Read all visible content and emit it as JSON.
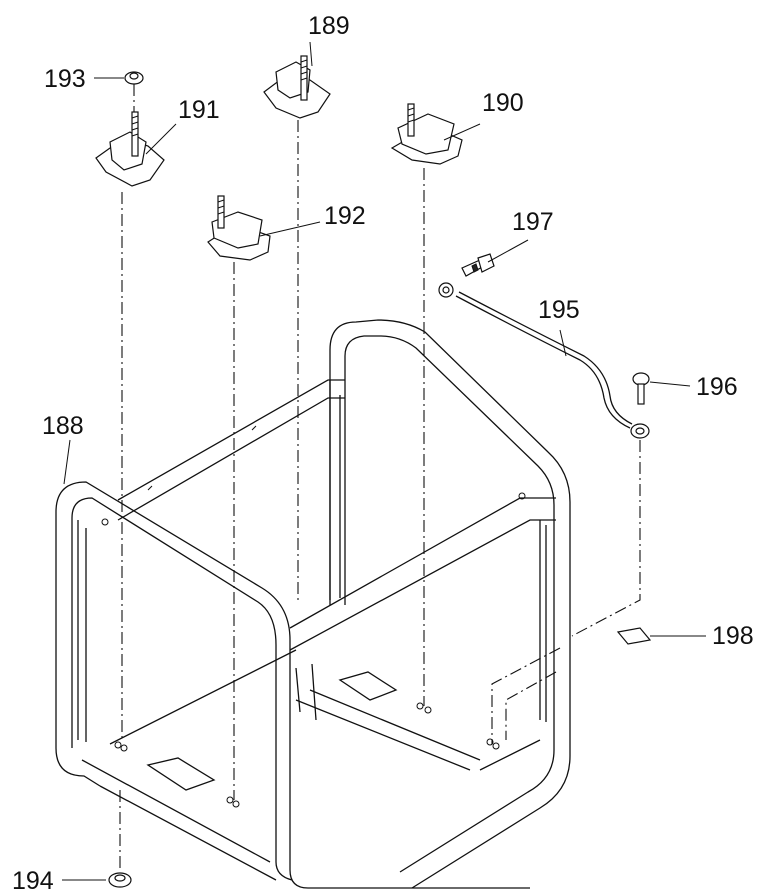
{
  "callouts": {
    "c188": "188",
    "c189": "189",
    "c190": "190",
    "c191": "191",
    "c192": "192",
    "c193": "193",
    "c194": "194",
    "c195": "195",
    "c196": "196",
    "c197": "197",
    "c198": "198"
  }
}
